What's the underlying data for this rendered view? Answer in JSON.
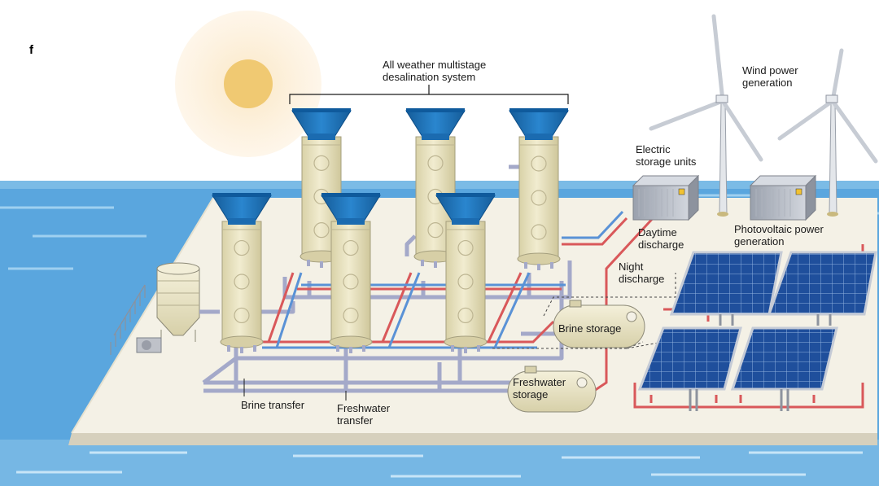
{
  "panel_letter": "f",
  "labels": {
    "desalination_line1": "All weather multistage",
    "desalination_line2": "desalination system",
    "wind_line1": "Wind power",
    "wind_line2": "generation",
    "electric_line1": "Electric",
    "electric_line2": "storage units",
    "daytime_line1": "Daytime",
    "daytime_line2": "discharge",
    "night_line1": "Night",
    "night_line2": "discharge",
    "pv_line1": "Photovoltaic power",
    "pv_line2": "generation",
    "brine_storage": "Brine storage",
    "fresh_line1": "Freshwater",
    "fresh_line2": "storage",
    "brine_transfer": "Brine transfer",
    "freshwater_transfer_line1": "Freshwater",
    "freshwater_transfer_line2": "transfer"
  },
  "colors": {
    "sea": "#5aa6de",
    "sea_light": "#9fd0f0",
    "platform": "#f4f1e6",
    "column": "#ece6c4",
    "funnel": "#1e6fb3",
    "pipe_gray": "#a4a9c9",
    "pipe_red": "#d9585a",
    "pipe_blue": "#5a92d6",
    "solar": "#1f4f9c",
    "sun": "#f0c972"
  }
}
